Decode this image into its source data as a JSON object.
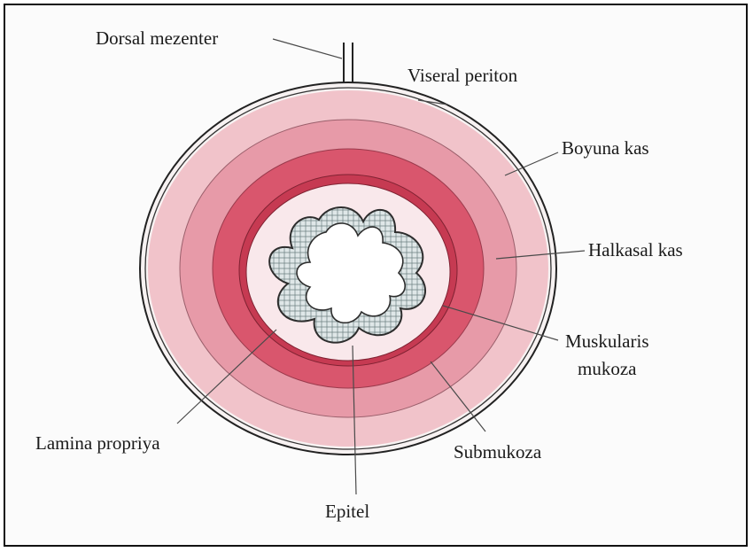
{
  "figure": {
    "labels": {
      "dorsal_mezenter": "Dorsal mezenter",
      "viseral_periton": "Viseral periton",
      "boyuna_kas": "Boyuna kas",
      "halkasal_kas": "Halkasal kas",
      "muskularis_line1": "Muskularis",
      "muskularis_line2": "mukoza",
      "lamina_propriya": "Lamina propriya",
      "submukoza": "Submukoza",
      "epitel": "Epitel"
    },
    "colors": {
      "serosa": "#f7f2f2",
      "boyuna_kas": "#f1c3ca",
      "halkasal_kas": "#e79aa8",
      "submukoza": "#d9566d",
      "muskularis_mukoza": "#c63a52",
      "lamina_propriya": "#f9e8eb",
      "epithelium": "#bfcfd0",
      "outline": "#222222"
    }
  }
}
